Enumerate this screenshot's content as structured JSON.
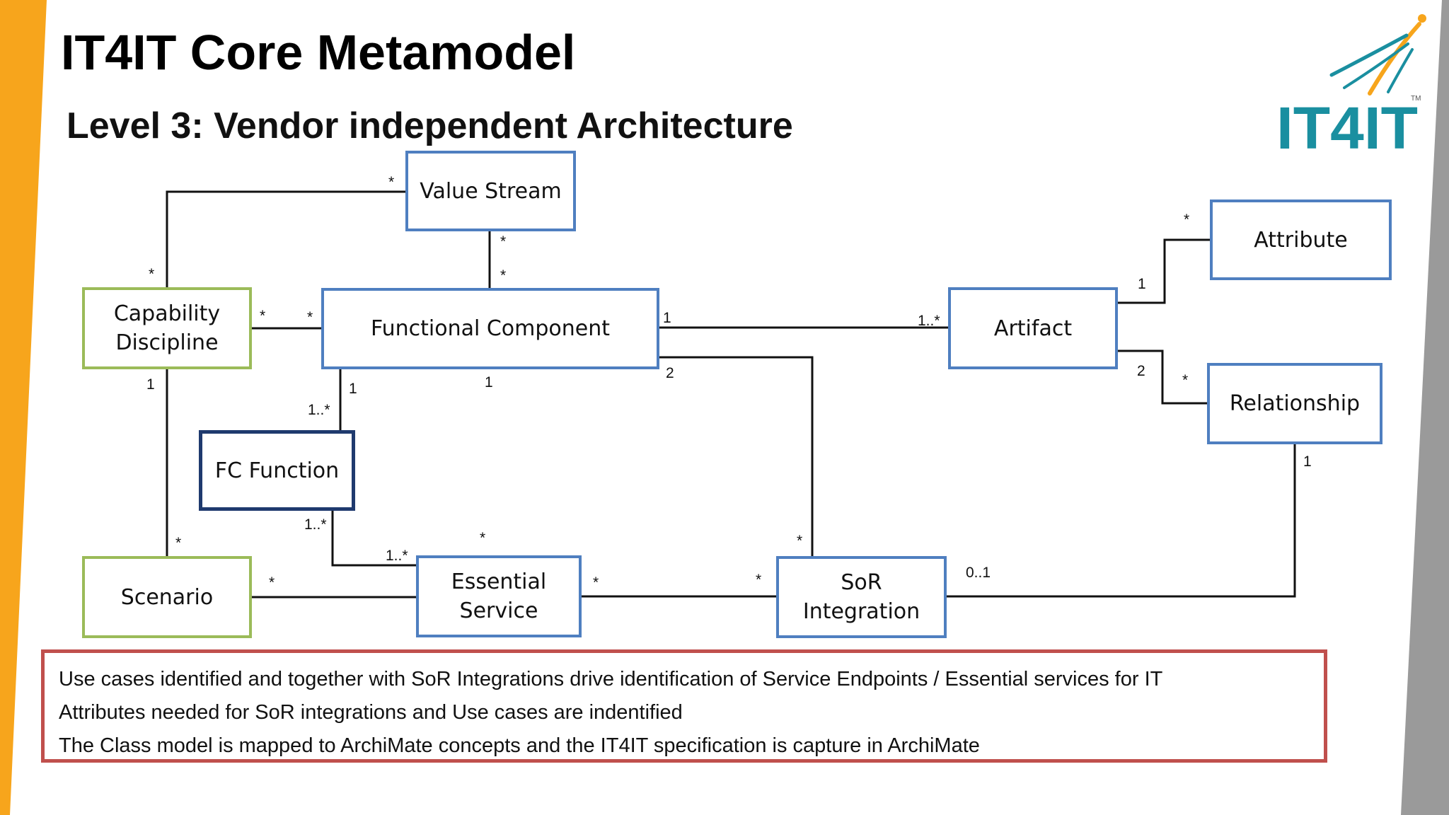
{
  "header": {
    "title": "IT4IT Core Metamodel",
    "subtitle": "Level 3: Vendor independent Architecture"
  },
  "logo": {
    "text": "IT4IT",
    "tm": "TM"
  },
  "colors": {
    "entity_border": "#4f7fc0",
    "capability_border": "#9bbb59",
    "function_border": "#1f3a6e",
    "notes_border": "#c0504d",
    "side_band": "#f7a51c",
    "right_band": "#9a9a9a"
  },
  "diagram": {
    "entities": {
      "value_stream": "Value Stream",
      "capability_discipline": "Capability\nDiscipline",
      "functional_component": "Functional Component",
      "fc_function": "FC Function",
      "scenario": "Scenario",
      "essential_service": "Essential\nService",
      "sor_integration": "SoR\nIntegration",
      "artifact": "Artifact",
      "attribute": "Attribute",
      "relationship": "Relationship"
    },
    "multiplicities": {
      "vs_cap": "*",
      "cap_vs": "*",
      "vs_fc": "*",
      "fc_vs": "*",
      "cap_fc": "*",
      "fc_cap": "*",
      "fc_art": "1",
      "art_fc": "1..*",
      "fc_sor": "2",
      "fc_bottom": "1",
      "fc_fcf": "1",
      "fcf_fc": "1..*",
      "cap_scn": "1",
      "scn_cap": "*",
      "fcf_es": "1..*",
      "es_fcf": "1..*",
      "es_top": "*",
      "scn_es": "*",
      "es_sor": "*",
      "sor_es": "*",
      "sor_top": "*",
      "sor_rel": "0..1",
      "rel_sor": "1",
      "art_attr": "1",
      "attr_art": "*",
      "art_rel": "2",
      "rel_art": "*"
    }
  },
  "notes": [
    "Use cases identified and together with SoR Integrations drive identification of Service Endpoints / Essential services for IT",
    "Attributes needed for SoR integrations and Use cases are indentified",
    "The Class model is mapped to ArchiMate concepts and the IT4IT specification is capture in ArchiMate"
  ]
}
